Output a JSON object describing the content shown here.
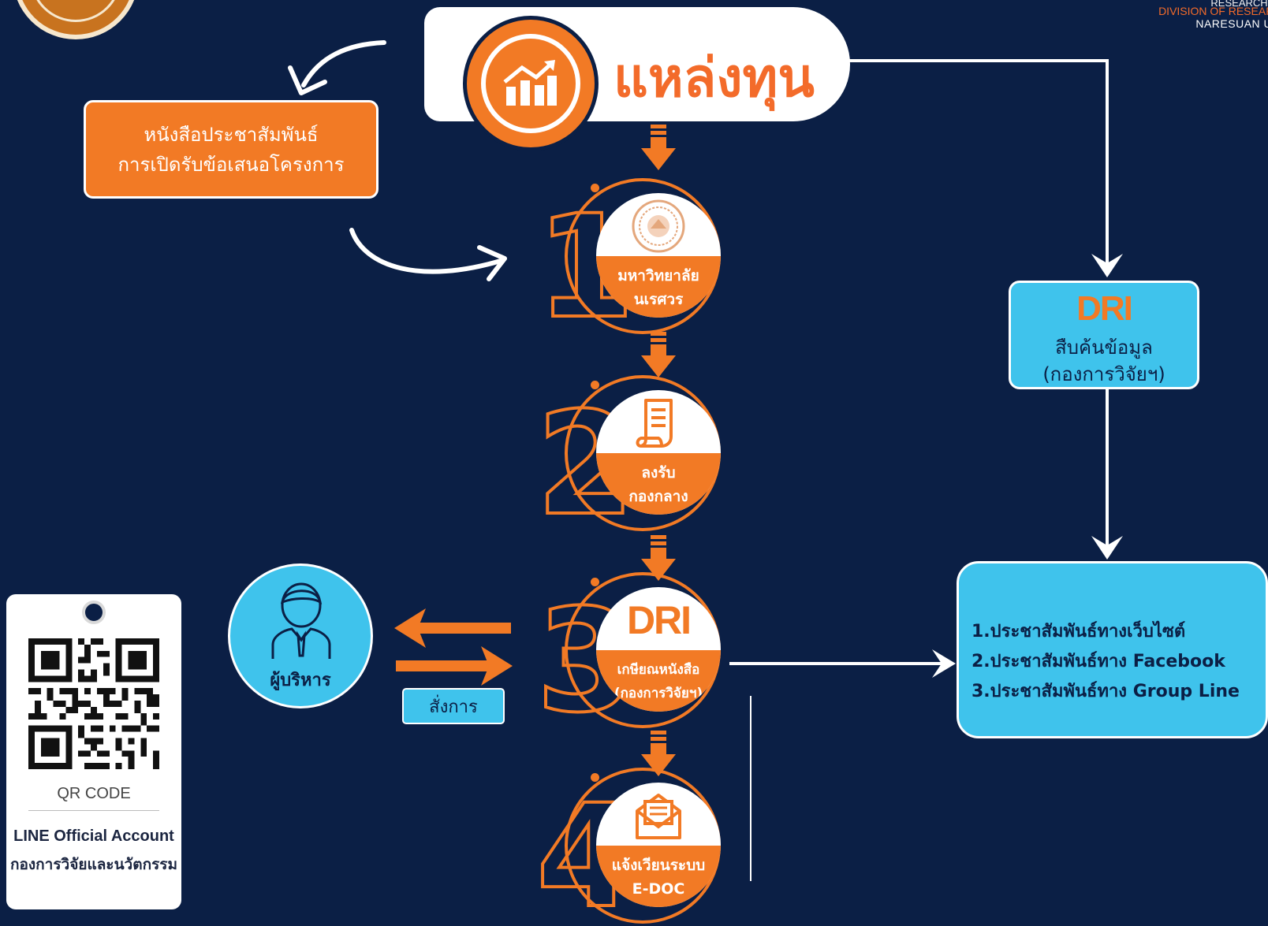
{
  "header": {
    "org_line_top": "RESEARCH AND",
    "org_line_en": "DIVISION OF RESEARCH A",
    "university": "NARESUAN UNIV"
  },
  "title": "แหล่งทุน",
  "press_release_box": {
    "line1": "หนังสือประชาสัมพันธ์",
    "line2": "การเปิดรับข้อเสนอโครงการ"
  },
  "steps": [
    {
      "number": "1",
      "line1": "มหาวิทยาลัย",
      "line2": "นเรศวร",
      "icon": "university-seal-icon"
    },
    {
      "number": "2",
      "line1": "ลงรับ",
      "line2": "กองกลาง",
      "icon": "document-scroll-icon"
    },
    {
      "number": "3",
      "logo": "DRI",
      "line1": "เกษียณหนังสือ",
      "line2": "(กองการวิจัยฯ)",
      "icon": "dri-logo-icon"
    },
    {
      "number": "4",
      "line1": "แจ้งเวียนระบบ",
      "line2": "E-DOC",
      "icon": "envelope-letter-icon"
    }
  ],
  "search_box": {
    "logo": "DRI",
    "line1": "สืบค้นข้อมูล",
    "line2": "(กองการวิจัยฯ)"
  },
  "channels": [
    "1.ประชาสัมพันธ์ทางเว็บไซต์",
    "2.ประชาสัมพันธ์ทาง Facebook",
    "3.ประชาสัมพันธ์ทาง Group Line"
  ],
  "executive": {
    "label": "ผู้บริหาร",
    "icon": "executive-person-icon"
  },
  "order_label": "สั่งการ",
  "qr_card": {
    "caption": "QR CODE",
    "line1": "LINE Official Account",
    "line2": "กองการวิจัยและนวัตกรรม"
  },
  "colors": {
    "background": "#0b1f45",
    "orange": "#f27a25",
    "blue": "#3fc3ec",
    "white": "#ffffff"
  }
}
